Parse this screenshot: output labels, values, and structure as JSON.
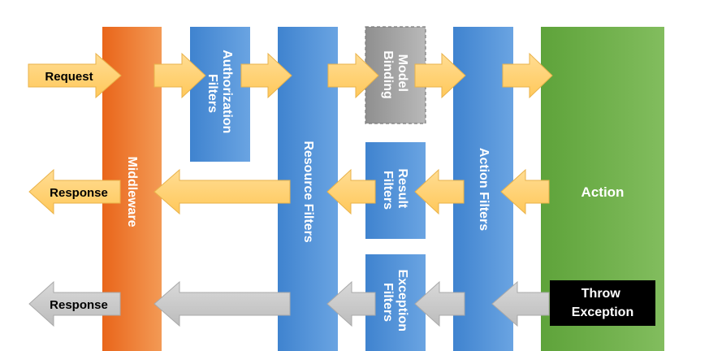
{
  "labels": {
    "request": "Request",
    "response_top": "Response",
    "response_bottom": "Response",
    "middleware": "Middleware",
    "authorization_line1": "Authorization",
    "authorization_line2": "Filters",
    "resource_filters": "Resource Filters",
    "model_binding_line1": "Model",
    "model_binding_line2": "Binding",
    "result_line1": "Result",
    "result_line2": "Filters",
    "action_filters": "Action Filters",
    "exception_line1": "Exception",
    "exception_line2": "Filters",
    "action": "Action",
    "throw_line1": "Throw",
    "throw_line2": "Exception"
  },
  "colors": {
    "middleware": "#ef7f2f",
    "filters_blue": "#4f8fd6",
    "model_binding_gray": "#a6a6a6",
    "action_green": "#6fb04b",
    "throw_box": "#000000",
    "arrow_yellow": "#ffd37a",
    "arrow_gray": "#cfcfcf"
  }
}
